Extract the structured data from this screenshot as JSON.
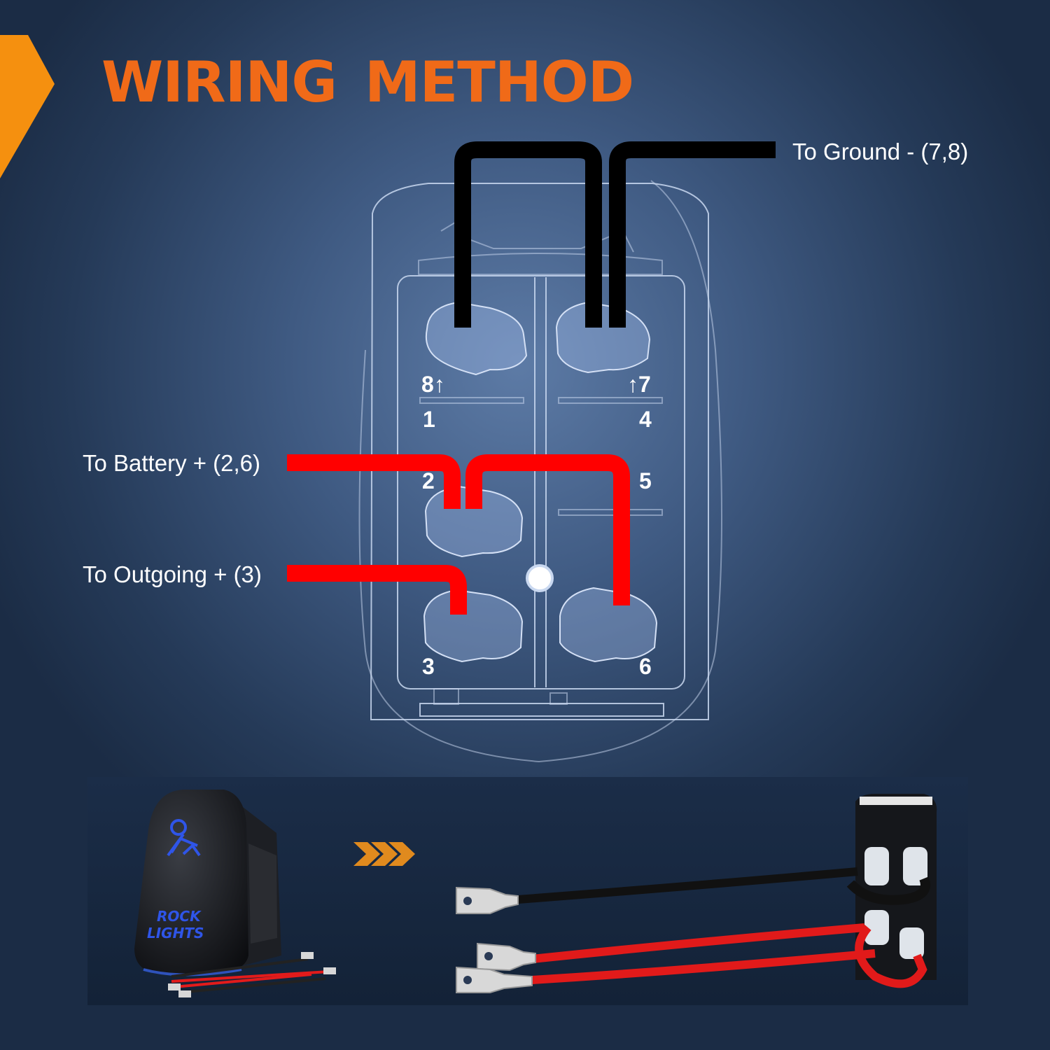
{
  "title": {
    "word1": "WIRING",
    "word2": "METHOD"
  },
  "labels": {
    "ground": "To Ground - (7,8)",
    "battery": "To Battery + (2,6)",
    "outgoing": "To Outgoing + (3)"
  },
  "pins": {
    "p1": "1",
    "p2": "2",
    "p3": "3",
    "p4": "4",
    "p5": "5",
    "p6": "6",
    "p7": "↑7",
    "p8": "8↑"
  },
  "switch_face": {
    "line1": "ROCK",
    "line2": "LIGHTS"
  },
  "colors": {
    "heading": "#f06a18",
    "ground_wire": "#000000",
    "positive_wire": "#ff0000",
    "switch_led": "#2f55e8"
  }
}
